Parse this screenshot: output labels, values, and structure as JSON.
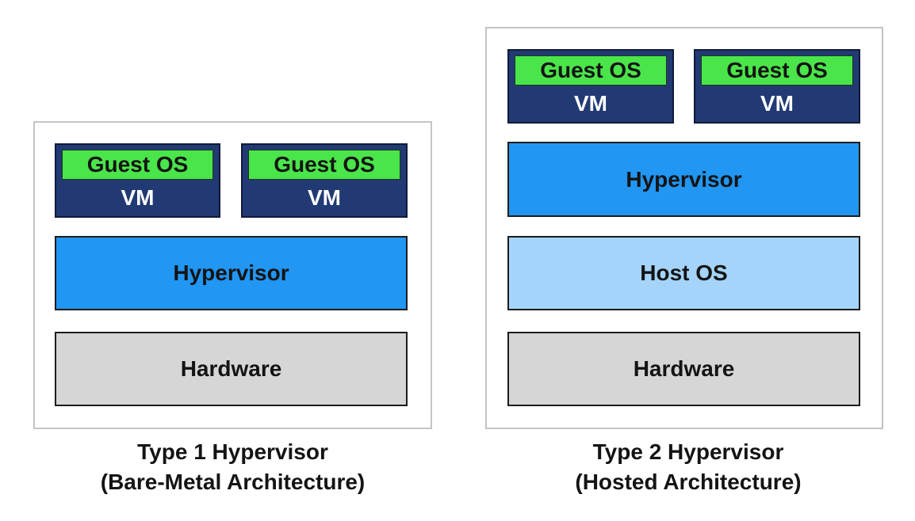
{
  "type1": {
    "vm1": {
      "guest_os": "Guest OS",
      "vm": "VM"
    },
    "vm2": {
      "guest_os": "Guest OS",
      "vm": "VM"
    },
    "hypervisor": "Hypervisor",
    "hardware": "Hardware",
    "caption_line1": "Type 1 Hypervisor",
    "caption_line2": "(Bare-Metal Architecture)"
  },
  "type2": {
    "vm1": {
      "guest_os": "Guest OS",
      "vm": "VM"
    },
    "vm2": {
      "guest_os": "Guest OS",
      "vm": "VM"
    },
    "hypervisor": "Hypervisor",
    "host_os": "Host OS",
    "hardware": "Hardware",
    "caption_line1": "Type 2 Hypervisor",
    "caption_line2": "(Hosted Architecture)"
  },
  "colors": {
    "vm": "#223a73",
    "guest_os": "#4ae54a",
    "hypervisor": "#2196f3",
    "host_os": "#a5d4fb",
    "hardware": "#d6d6d6"
  }
}
